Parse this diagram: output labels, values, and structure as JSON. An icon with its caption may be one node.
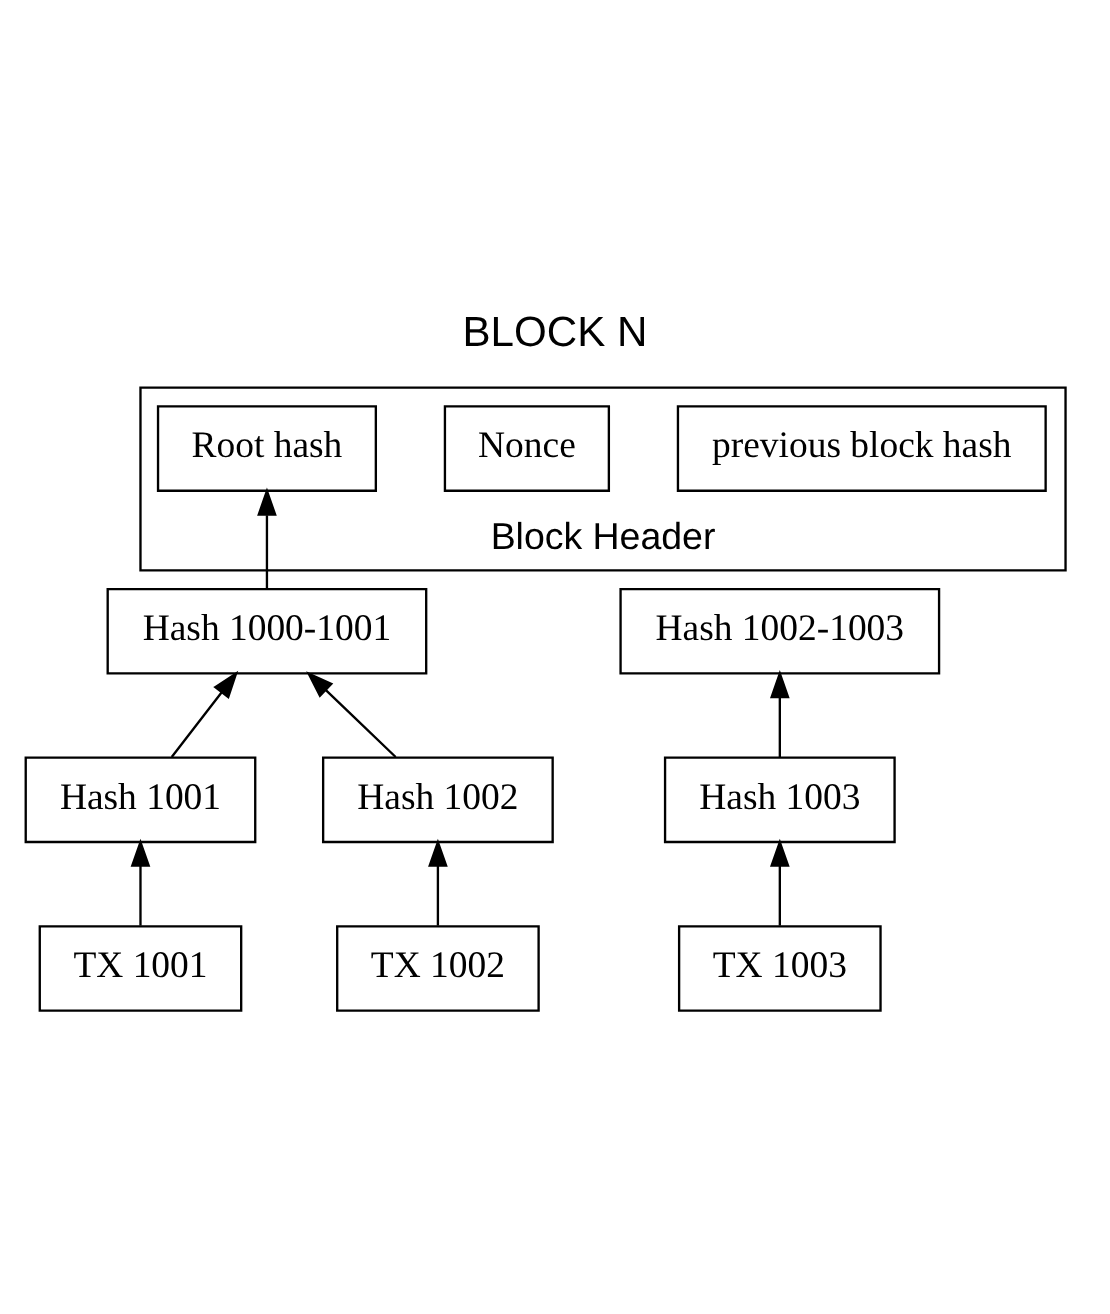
{
  "diagram": {
    "title": "BLOCK N",
    "nodes": [
      {
        "text": [
          "Block Header"
        ]
      },
      {
        "text": [
          "previous block hash"
        ],
        "in": 0
      },
      {
        "text": [
          "Nonce"
        ],
        "in": 0
      },
      {
        "text": [
          "Root hash"
        ],
        "in": 0
      },
      {
        "text": [
          "Hash 1000-1001"
        ]
      },
      {
        "text": [
          "Hash 1002-1003"
        ]
      },
      {
        "text": [
          "Hash 1001"
        ]
      },
      {
        "text": [
          "Hash 1002"
        ]
      },
      {
        "text": [
          "Hash 1003"
        ]
      },
      {
        "text": [
          "TX 1001"
        ]
      },
      {
        "text": [
          "TX 1002"
        ]
      },
      {
        "text": [
          "TX 1003"
        ]
      }
    ],
    "edges": [
      {
        "from": 4,
        "to": 3,
        "arrow": "to"
      },
      {
        "from": 6,
        "to": 4,
        "arrow": "to"
      },
      {
        "from": 7,
        "to": 4,
        "arrow": "to"
      },
      {
        "from": 8,
        "to": 5,
        "arrow": "to"
      },
      {
        "from": 9,
        "to": 6,
        "arrow": "to"
      },
      {
        "from": 10,
        "to": 7,
        "arrow": "to"
      },
      {
        "from": 11,
        "to": 8,
        "arrow": "to"
      }
    ]
  }
}
